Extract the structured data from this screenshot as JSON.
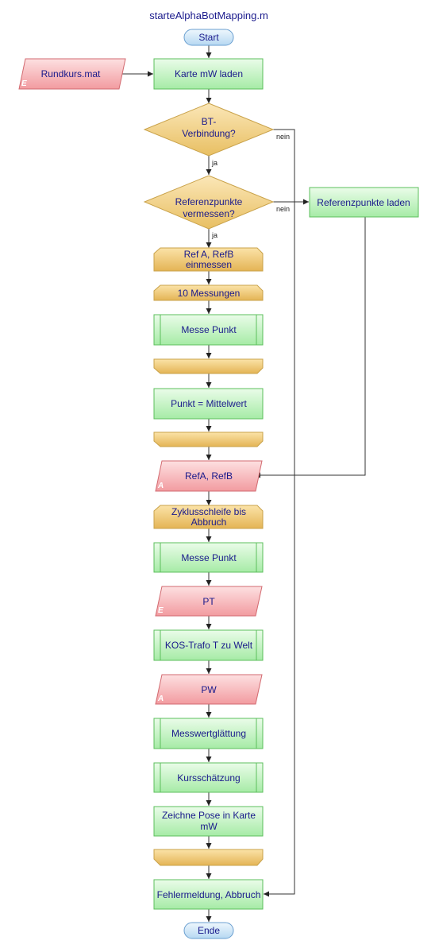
{
  "title": "starteAlphaBotMapping.m",
  "nodes": {
    "start": "Start",
    "input_rundkurs": "Rundkurs.mat",
    "input_rundkurs_mark": "E",
    "karte_laden": "Karte mW laden",
    "bt_check": [
      "BT-",
      "Verbindung?"
    ],
    "ref_check": [
      "Referenzpunkte",
      "vermessen?"
    ],
    "ref_laden": "Referenzpunkte laden",
    "loop1": [
      "Ref A, RefB",
      "einmessen"
    ],
    "loop2": "10 Messungen",
    "messe_punkt_1": "Messe Punkt",
    "mittelwert": "Punkt = Mittelwert",
    "output_ref": "RefA, RefB",
    "output_ref_mark": "A",
    "loop3": [
      "Zyklusschleife bis",
      "Abbruch"
    ],
    "messe_punkt_2": "Messe Punkt",
    "input_pt": "PT",
    "input_pt_mark": "E",
    "kos_trafo": "KOS-Trafo T zu Welt",
    "output_pw": "PW",
    "output_pw_mark": "A",
    "messwert": "Messwertglättung",
    "kurs": "Kursschätzung",
    "zeichne": [
      "Zeichne Pose in Karte",
      "mW"
    ],
    "fehler": "Fehlermeldung, Abbruch",
    "ende": "Ende"
  },
  "edge_labels": {
    "bt_no": "nein",
    "bt_yes": "ja",
    "ref_no": "nein",
    "ref_yes": "ja"
  },
  "colors": {
    "title": "#1a1a8c",
    "text": "#1a1a8c",
    "process_fill": "#c5f2c5",
    "process_stroke": "#5cbf5c",
    "decision_fill": "#f2d08a",
    "decision_stroke": "#c9a24a",
    "io_fill": "#f4b6b9",
    "io_stroke": "#d26a70",
    "terminal_fill": "#cfe6f7",
    "terminal_stroke": "#6a9fd0",
    "loop_fill": "#efc873",
    "loop_stroke": "#c9a24a"
  }
}
